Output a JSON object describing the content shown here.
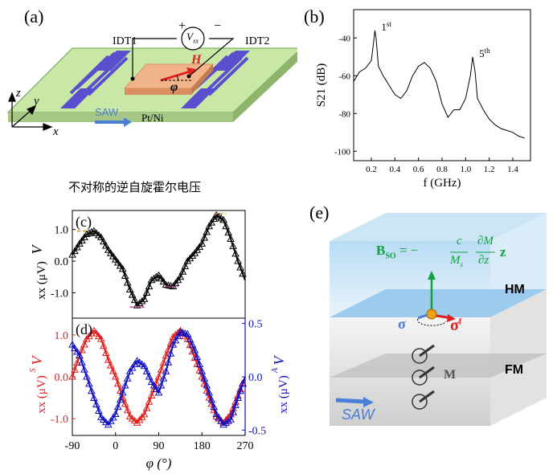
{
  "panel_labels": {
    "a": "(a)",
    "b": "(b)",
    "c": "(c)",
    "d": "(d)",
    "e": "(e)"
  },
  "caption_cn": "不对称的逆自旋霍尔电压",
  "panel_a": {
    "idt1": "IDT1",
    "idt2": "IDT2",
    "saw": "SAW",
    "material": "Pt/Ni",
    "plus": "+",
    "minus": "−",
    "voltmeter": "V",
    "voltmeter_sub": "xx",
    "field": "H",
    "angle": "φ",
    "axis_z": "z",
    "axis_y": "y",
    "axis_x": "x"
  },
  "panel_e": {
    "formula_lhs": "B",
    "formula_sub": "SO",
    "formula_rhs": "= −",
    "c": "c",
    "ms": "M",
    "ms_sub": "s",
    "dM": "∂M",
    "dz": "∂z",
    "zvec": "z",
    "hm": "HM",
    "fm": "FM",
    "m": "M",
    "sigma": "σ",
    "sigma_prime": "σ",
    "sigma_sup": "f",
    "saw": "SAW",
    "colors": {
      "hm": "#a9d3f0",
      "fm": "#cfcfcf",
      "green": "#10a040",
      "red": "#e02020",
      "blue": "#4a7fd8"
    }
  },
  "chart_data": [
    {
      "type": "line",
      "title": "",
      "xlabel": "f (GHz)",
      "ylabel": "S21 (dB)",
      "xlim": [
        0.05,
        1.55
      ],
      "ylim": [
        -105,
        -25
      ],
      "xticks": [
        "0.2",
        "0.4",
        "0.6",
        "0.8",
        "1.0",
        "1.2",
        "1.4"
      ],
      "yticks": [
        "-40",
        "-60",
        "-80",
        "-100"
      ],
      "annotations": [
        {
          "text": "1",
          "sup": "st",
          "x": 0.23,
          "y": -36
        },
        {
          "text": "5",
          "sup": "th",
          "x": 1.06,
          "y": -50
        }
      ],
      "series": [
        {
          "x": [
            0.05,
            0.1,
            0.15,
            0.2,
            0.22,
            0.23,
            0.24,
            0.26,
            0.3,
            0.35,
            0.4,
            0.45,
            0.5,
            0.55,
            0.6,
            0.65,
            0.7,
            0.75,
            0.8,
            0.85,
            0.9,
            0.95,
            1.0,
            1.04,
            1.06,
            1.08,
            1.1,
            1.15,
            1.2,
            1.25,
            1.3,
            1.35,
            1.4,
            1.45,
            1.5
          ],
          "y": [
            -63,
            -58,
            -56,
            -52,
            -42,
            -36,
            -40,
            -55,
            -60,
            -65,
            -70,
            -72,
            -68,
            -60,
            -55,
            -53,
            -56,
            -63,
            -75,
            -82,
            -78,
            -78,
            -72,
            -60,
            -50,
            -58,
            -72,
            -78,
            -83,
            -86,
            -88,
            -89,
            -90,
            -92,
            -93
          ]
        }
      ]
    },
    {
      "type": "scatter",
      "title": "",
      "xlabel": "",
      "ylabel": "Vxx (μV)",
      "xlim": [
        -90,
        270
      ],
      "ylim": [
        -1.8,
        1.6
      ],
      "yticks": [
        "1.0",
        "0.0",
        "-1.0"
      ],
      "series": [
        {
          "x": [
            -90,
            -75,
            -60,
            -45,
            -30,
            -15,
            0,
            15,
            30,
            45,
            60,
            75,
            90,
            105,
            120,
            135,
            150,
            165,
            180,
            195,
            210,
            225,
            240,
            255,
            270
          ],
          "y": [
            0.2,
            0.55,
            0.85,
            0.95,
            0.75,
            0.35,
            0.05,
            -0.25,
            -0.9,
            -1.4,
            -1.2,
            -0.6,
            -0.45,
            -0.75,
            -0.8,
            -0.5,
            0.0,
            0.25,
            0.55,
            1.1,
            1.45,
            1.3,
            0.7,
            0.0,
            -0.6
          ]
        }
      ]
    },
    {
      "type": "scatter",
      "title": "",
      "xlabel": "φ (°)",
      "ylabel": "VSxx (μV)",
      "ylabel_right": "VAxx (μV)",
      "xlim": [
        -90,
        270
      ],
      "ylim": [
        -1.4,
        1.4
      ],
      "ylim_right": [
        -0.55,
        0.55
      ],
      "xticks": [
        "-90",
        "0",
        "90",
        "180",
        "270"
      ],
      "yticks": [
        "1.0",
        "0.0",
        "-1.0"
      ],
      "yticks_right": [
        "0.5",
        "0.0",
        "-0.5"
      ],
      "series": [
        {
          "name": "",
          "color": "#e02020",
          "x": [
            -90,
            -75,
            -60,
            -45,
            -30,
            -15,
            0,
            15,
            30,
            45,
            60,
            75,
            90,
            105,
            120,
            135,
            150,
            165,
            180,
            195,
            210,
            225,
            240,
            255,
            270
          ],
          "y": [
            0.0,
            0.5,
            0.9,
            1.1,
            0.9,
            0.4,
            0.0,
            -0.5,
            -0.95,
            -1.1,
            -0.9,
            -0.45,
            0.0,
            0.5,
            0.95,
            1.1,
            0.9,
            0.45,
            0.0,
            -0.5,
            -0.95,
            -1.1,
            -0.9,
            -0.45,
            0.0
          ]
        },
        {
          "name": "",
          "color": "#1010c0",
          "axis": "right",
          "x": [
            -90,
            -75,
            -60,
            -45,
            -30,
            -15,
            0,
            15,
            30,
            45,
            60,
            75,
            90,
            105,
            120,
            135,
            150,
            165,
            180,
            195,
            210,
            225,
            240,
            255,
            270
          ],
          "y": [
            0.3,
            0.2,
            0.0,
            -0.2,
            -0.38,
            -0.45,
            -0.35,
            -0.15,
            0.05,
            0.15,
            0.1,
            -0.05,
            -0.15,
            0.05,
            0.3,
            0.42,
            0.4,
            0.25,
            0.05,
            -0.15,
            -0.35,
            -0.45,
            -0.4,
            -0.2,
            0.0
          ]
        }
      ]
    }
  ]
}
